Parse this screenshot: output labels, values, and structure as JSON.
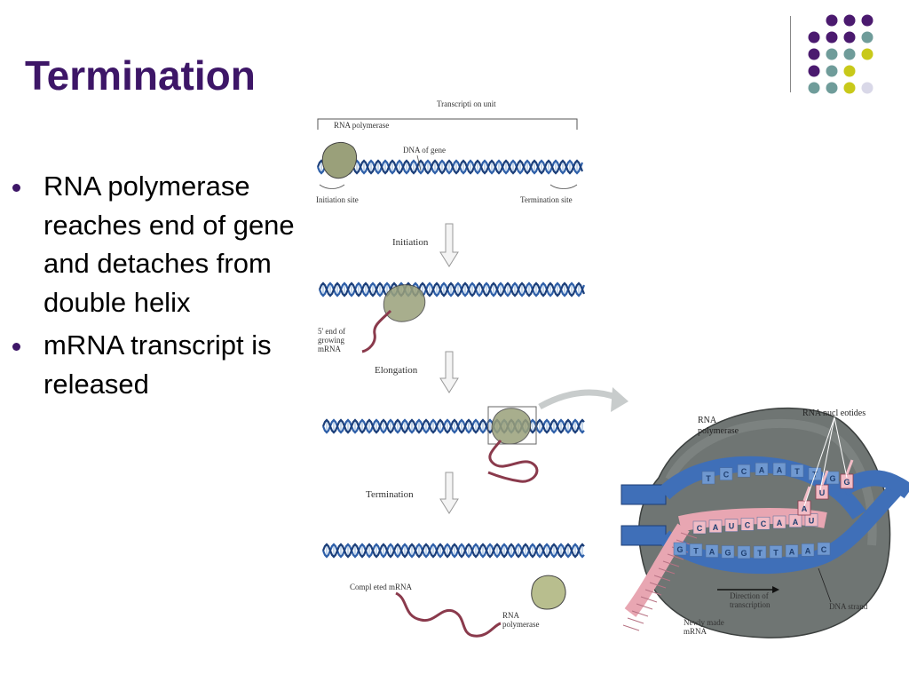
{
  "slide": {
    "title": "Termination",
    "bullets": [
      "RNA polymerase reaches end of gene and detaches from double helix",
      "mRNA transcript is released"
    ]
  },
  "decoration": {
    "dot_colors": {
      "purple": "#4b1a6f",
      "teal": "#6f9c9a",
      "yellow": "#c8c91a",
      "lavender": "#d9d8e8"
    }
  },
  "figure": {
    "top": {
      "transcription_unit": "Transcripti on unit",
      "rna_polymerase": "RNA polymerase",
      "dna_of_gene": "DNA of gene",
      "initiation_site": "Initiation site",
      "termination_site": "Termination site"
    },
    "steps": {
      "initiation": "Initiation",
      "elongation": "Elongation",
      "termination": "Termination"
    },
    "growing_mrna": [
      "5' end of",
      "growing",
      "mRNA"
    ],
    "completed_mrna": "Compl eted mRNA",
    "released_polymerase": [
      "RNA",
      "polymerase"
    ],
    "detail": {
      "rna_polymerase": [
        "RNA",
        "polymerase"
      ],
      "rna_nucleotides": "RNA nucl eotides",
      "direction": [
        "Direction of",
        "transcription"
      ],
      "dna_strand": "DNA strand",
      "newly_made": [
        "Newly made",
        "mRNA"
      ],
      "rna_bases": [
        "C",
        "A",
        "U",
        "C",
        "C",
        "A",
        "A",
        "U"
      ],
      "dna_bases": [
        "G",
        "T",
        "A",
        "G",
        "G",
        "T",
        "T",
        "A",
        "A",
        "C"
      ],
      "template_top": [
        "T",
        "C",
        "C",
        "A",
        "A",
        "T",
        "T",
        "G"
      ],
      "nucleotide_bases": [
        "A",
        "U",
        "G"
      ]
    }
  }
}
